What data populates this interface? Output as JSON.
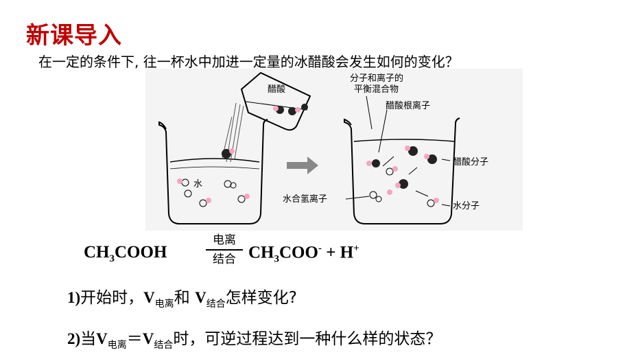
{
  "slide": {
    "title": "新课导入",
    "question": "在一定的条件下, 往一杯水中加进一定量的冰醋酸会发生如何的变化？"
  },
  "figure": {
    "labels": {
      "acetic_acid": "醋酸",
      "water": "水",
      "equilibrium_line1": "分子和离子的",
      "equilibrium_line2": "平衡混合物",
      "acetate_ion": "醋酸根离子",
      "acetic_molecule": "醋酸分子",
      "hydronium": "水合氢离子",
      "water_molecule": "水分子"
    }
  },
  "equation": {
    "lhs_ch": "CH",
    "lhs_sub3": "3",
    "lhs_rest": "COOH",
    "arrow_top": "电离",
    "arrow_bottom": "结合",
    "rhs_ch": "CH",
    "rhs_sub3": "3",
    "rhs_coo": "COO",
    "rhs_minus": "-",
    "rhs_plus_sign": " + ",
    "rhs_h": "H",
    "rhs_hplus": "+"
  },
  "questions": {
    "q1_num": "1)",
    "q1_a": "开始时，",
    "q1_v1": "V",
    "q1_v1_sub": "电离",
    "q1_and": "和 ",
    "q1_v2": "V",
    "q1_v2_sub": "结合",
    "q1_tail": "怎样变化?",
    "q2_num": "2)",
    "q2_when": "当",
    "q2_v1": "V",
    "q2_v1_sub": "电离",
    "q2_eq": "＝",
    "q2_v2": "V",
    "q2_v2_sub": "结合",
    "q2_tail": "时，可逆过程达到一种什么样的状态？"
  },
  "colors": {
    "title": "#c00000",
    "ion_pink": "#f4a6c0"
  }
}
